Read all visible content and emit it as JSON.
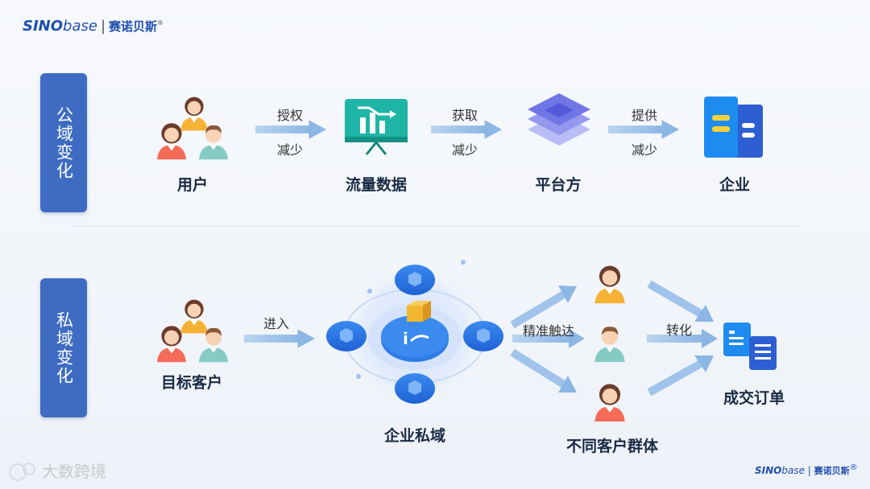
{
  "brand": {
    "name_bold": "SINO",
    "name_italic": "base",
    "separator": "|",
    "name_cn": "赛诺贝斯",
    "reg": "®"
  },
  "watermark": "大数跨境",
  "public": {
    "tag": "公域变化",
    "nodes": [
      {
        "label": "用户",
        "icon": "users-group-icon"
      },
      {
        "label": "流量数据",
        "icon": "data-board-icon"
      },
      {
        "label": "平台方",
        "icon": "layers-platform-icon"
      },
      {
        "label": "企业",
        "icon": "enterprise-building-icon"
      }
    ],
    "arrows": [
      {
        "top": "授权",
        "bottom": "减少"
      },
      {
        "top": "获取",
        "bottom": "减少"
      },
      {
        "top": "提供",
        "bottom": "减少"
      }
    ]
  },
  "private": {
    "tag": "私域变化",
    "target_label": "目标客户",
    "arrow_enter": "进入",
    "hub_label": "企业私域",
    "reach_label": "精准触达",
    "groups_label": "不同客户群体",
    "convert_label": "转化",
    "order_label": "成交订单"
  },
  "colors": {
    "accent": "#3f6cc2",
    "arrow": "#9fc3ea",
    "teal": "#1fb5a6",
    "platform": "#6f74e6",
    "orbit": "#2f7ce6"
  }
}
